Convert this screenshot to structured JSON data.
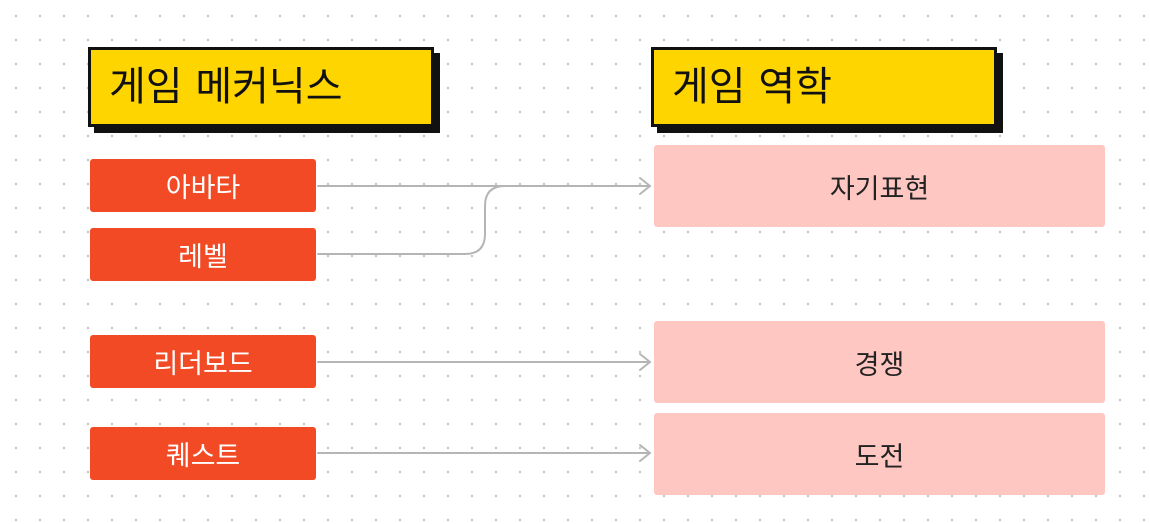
{
  "headings": {
    "mechanics": "게임 메커닉스",
    "roles": "게임 역학"
  },
  "mechanics": [
    {
      "label": "아바타"
    },
    {
      "label": "레벨"
    },
    {
      "label": "리더보드"
    },
    {
      "label": "퀘스트"
    }
  ],
  "roles": [
    {
      "label": "자기표현"
    },
    {
      "label": "경쟁"
    },
    {
      "label": "도전"
    }
  ],
  "links": [
    {
      "from": "아바타",
      "to": "자기표현"
    },
    {
      "from": "레벨",
      "to": "자기표현"
    },
    {
      "from": "리더보드",
      "to": "경쟁"
    },
    {
      "from": "퀘스트",
      "to": "도전"
    }
  ],
  "colors": {
    "heading_bg": "#ffd500",
    "mechanic_bg": "#f24a25",
    "role_bg": "#ffc7c2",
    "connector": "#b5b5b5"
  }
}
